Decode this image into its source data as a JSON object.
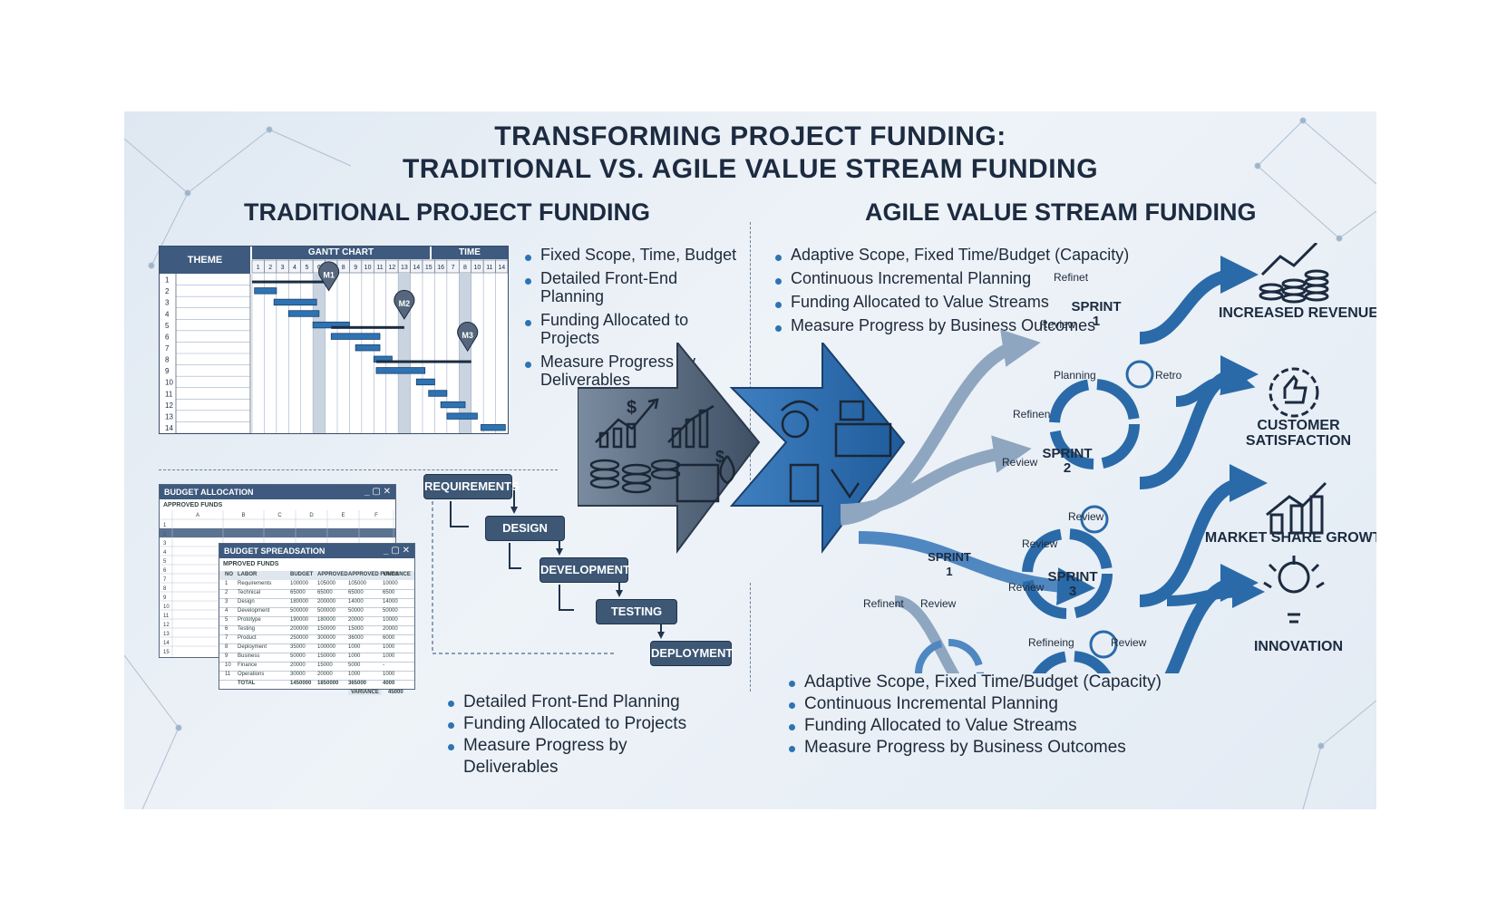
{
  "title": {
    "line1": "TRANSFORMING PROJECT FUNDING:",
    "line2": "TRADITIONAL VS. AGILE VALUE STREAM FUNDING"
  },
  "traditional": {
    "heading": "TRADITIONAL PROJECT FUNDING",
    "bullets": [
      "Fixed Scope, Time, Budget",
      "Detailed Front-End Planning",
      "Funding Allocated to Projects",
      "Measure Progress by Deliverables"
    ],
    "bottom_bullets": [
      "Detailed Front-End Planning",
      "Funding Allocated to Projects",
      "Measure Progress by Deliverables"
    ],
    "gantt": {
      "theme_label": "THEME",
      "chart_label": "GANTT CHART",
      "time_label": "TIME",
      "columns": [
        "1",
        "2",
        "3",
        "4",
        "5",
        "6",
        "7",
        "8",
        "9",
        "10",
        "11",
        "12",
        "13",
        "14",
        "15",
        "16",
        "7",
        "8",
        "10",
        "11",
        "14"
      ],
      "rows": [
        "1",
        "2",
        "3",
        "4",
        "5",
        "6",
        "7",
        "8",
        "9",
        "10",
        "11",
        "12",
        "13",
        "14"
      ],
      "milestones": [
        "M1",
        "M2",
        "M3"
      ]
    },
    "budget_allocation": {
      "window_title": "BUDGET ALLOCATION",
      "subtitle": "APPROVED FUNDS",
      "col_letters": [
        "A",
        "B",
        "C",
        "D",
        "E",
        "F"
      ],
      "row_numbers": [
        "1",
        "2",
        "3",
        "4",
        "5",
        "6",
        "7",
        "8",
        "9",
        "10",
        "11",
        "12",
        "13",
        "14",
        "15"
      ]
    },
    "budget_spreadsheet": {
      "window_title": "BUDGET SPREADSATION",
      "subtitle": "MPROVED FUNDS",
      "headers": [
        "NO",
        "LABOR",
        "BUDGET",
        "APPROVED",
        "APPROVED FUNDS",
        "VARIANCE"
      ],
      "rows": [
        [
          "1",
          "Requirements",
          "100000",
          "105000",
          "105000",
          "10000"
        ],
        [
          "2",
          "Technical",
          "65000",
          "65000",
          "65000",
          "6500"
        ],
        [
          "3",
          "Design",
          "180000",
          "200000",
          "14000",
          "14000"
        ],
        [
          "4",
          "Development",
          "500000",
          "500000",
          "50000",
          "50000"
        ],
        [
          "5",
          "Prototype",
          "190000",
          "180000",
          "20000",
          "10000"
        ],
        [
          "6",
          "Testing",
          "200000",
          "150000",
          "15000",
          "20000"
        ],
        [
          "7",
          "Product",
          "250000",
          "300000",
          "36000",
          "6000"
        ],
        [
          "8",
          "Deployment",
          "35000",
          "100000",
          "1000",
          "1000"
        ],
        [
          "9",
          "Business",
          "50000",
          "150000",
          "1000",
          "1000"
        ],
        [
          "10",
          "Finance",
          "20000",
          "15000",
          "5000",
          "-"
        ],
        [
          "11",
          "Operations",
          "30000",
          "20000",
          "1000",
          "1000"
        ]
      ],
      "total_label": "TOTAL",
      "total_values": [
        "1450000",
        "1850000",
        "365000",
        "4000"
      ],
      "variance_label": "VARIANCE",
      "variance_value": "45000"
    },
    "steps": [
      "REQUIREMENTS",
      "DESIGN",
      "DEVELOPMENT",
      "TESTING",
      "DEPLOYMENT"
    ]
  },
  "agile": {
    "heading": "AGILE VALUE STREAM FUNDING",
    "bullets": [
      "Adaptive Scope, Fixed Time/Budget (Capacity)",
      "Continuous Incremental Planning",
      "Funding Allocated to Value Streams",
      "Measure Progress by Business Outcomes"
    ],
    "bottom_bullets": [
      "Adaptive Scope, Fixed Time/Budget (Capacity)",
      "Continuous Incremental Planning",
      "Funding Allocated to Value Streams",
      "Measure Progress by Business Outcomes"
    ],
    "sprints": [
      {
        "name": "SPRINT",
        "number": "1"
      },
      {
        "name": "SPRINT",
        "number": "2"
      },
      {
        "name": "SPRINT",
        "number": "3"
      },
      {
        "name": "SPRINT",
        "number": "1"
      }
    ],
    "sprint_labels": [
      "Refinet",
      "Review",
      "Planning",
      "Retro",
      "Refinen",
      "Review",
      "Review",
      "Review",
      "Review",
      "Refineing",
      "Review",
      "Refinent",
      "Review"
    ],
    "outcomes": [
      "INCREASED REVENUE",
      "CUSTOMER SATISFACTION",
      "MARKET SHARE GROWTH",
      "INNOVATION"
    ]
  },
  "colors": {
    "dark_navy": "#1c2b40",
    "steel_blue": "#3d5775",
    "accent_blue": "#2e73b3",
    "gray_arrow": "#56677d"
  }
}
